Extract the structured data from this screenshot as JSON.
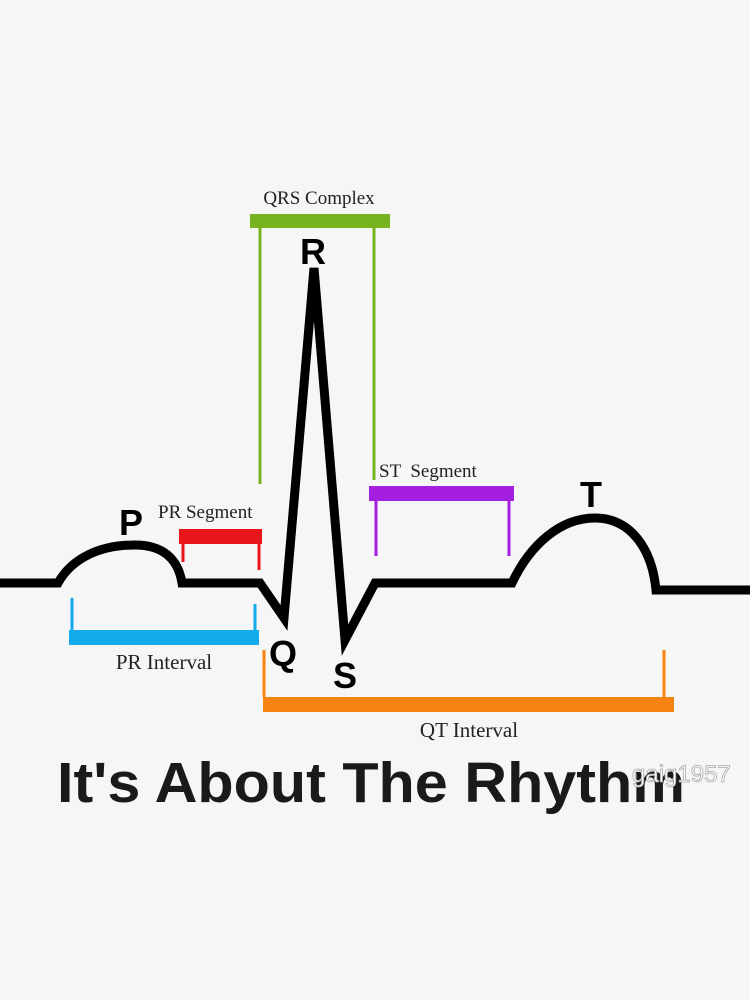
{
  "diagram": {
    "wave_labels": {
      "p": "P",
      "q": "Q",
      "r": "R",
      "s": "S",
      "t": "T"
    },
    "annotations": {
      "qrs_complex": "QRS Complex",
      "pr_segment": "PR Segment",
      "st_segment": "ST  Segment",
      "pr_interval": "PR Interval",
      "qt_interval": "QT Interval"
    },
    "colors": {
      "trace": "#000000",
      "qrs_complex": "#77b21f",
      "pr_segment": "#e8161b",
      "st_segment": "#a51fe0",
      "pr_interval": "#12aaea",
      "qt_interval": "#f48311"
    }
  },
  "caption": {
    "title": "It's About The Rhythm",
    "watermark": "gaig1957"
  }
}
